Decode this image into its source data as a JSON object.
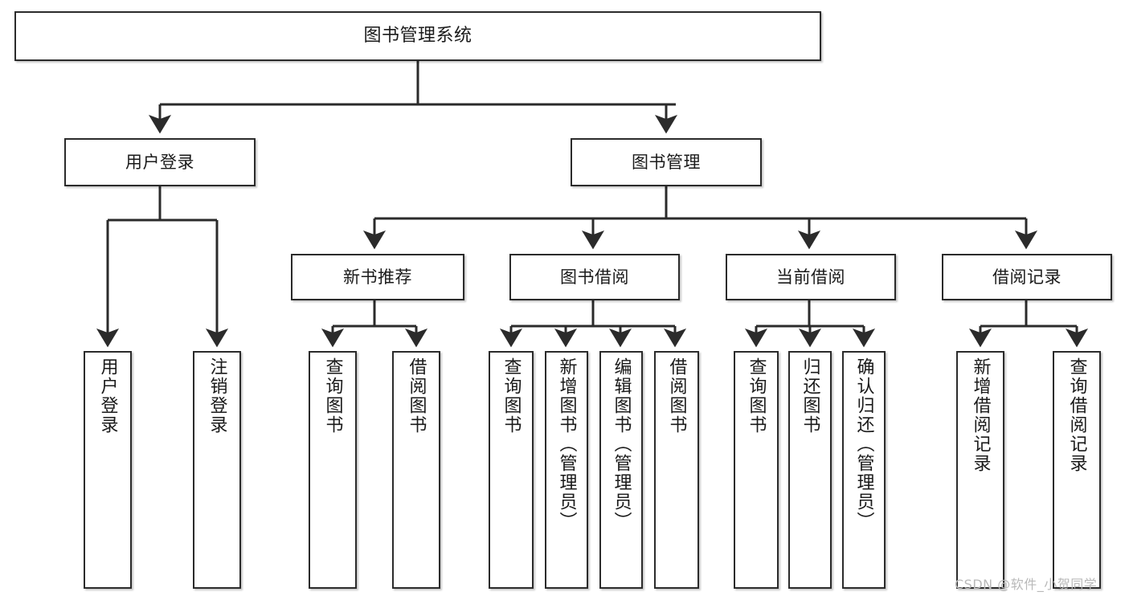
{
  "diagram": {
    "title": "图书管理系统",
    "type": "tree",
    "orientation": "top-down",
    "colors": {
      "box_border": "#2b2b2b",
      "box_fill": "#ffffff",
      "connector": "#2b2b2b",
      "background": "#ffffff",
      "watermark": "#b9b9b9"
    },
    "root": {
      "label": "图书管理系统"
    },
    "level1": [
      {
        "label": "用户登录"
      },
      {
        "label": "图书管理"
      }
    ],
    "level2": [
      {
        "label": "新书推荐"
      },
      {
        "label": "图书借阅"
      },
      {
        "label": "当前借阅"
      },
      {
        "label": "借阅记录"
      }
    ],
    "leaves": {
      "user_login": [
        {
          "label": "用户登录"
        },
        {
          "label": "注销登录"
        }
      ],
      "new_book_recommend": [
        {
          "label": "查询图书"
        },
        {
          "label": "借阅图书"
        }
      ],
      "book_borrow": [
        {
          "label": "查询图书"
        },
        {
          "label": "新增图书（管理员）"
        },
        {
          "label": "编辑图书（管理员）"
        },
        {
          "label": "借阅图书"
        }
      ],
      "current_borrow": [
        {
          "label": "查询图书"
        },
        {
          "label": "归还图书"
        },
        {
          "label": "确认归还（管理员）"
        }
      ],
      "borrow_record": [
        {
          "label": "新增借阅记录"
        },
        {
          "label": "查询借阅记录"
        }
      ]
    }
  },
  "watermark": {
    "text": "CSDN @软件_小贺同学"
  }
}
